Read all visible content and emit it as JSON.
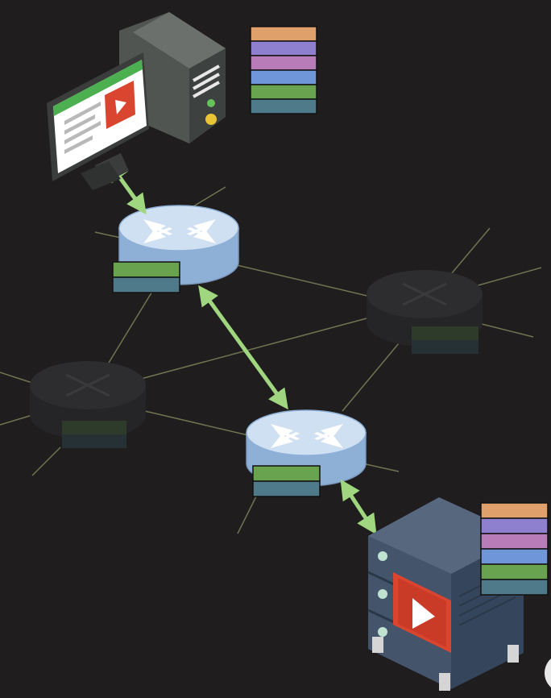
{
  "colors": {
    "background": "#1f1d1e",
    "link_line": "#7d8458",
    "arrow": "#9fd67f",
    "router_active_top": "#cfe0f2",
    "router_active_side": "#8fb0d6",
    "router_inactive": "#2b2a2c",
    "layer_orange": "#e0a06c",
    "layer_purple": "#8f7fcf",
    "layer_pink": "#b87cb8",
    "layer_blue": "#6f96d9",
    "layer_green": "#6aa350",
    "layer_teal": "#4f7a8a"
  },
  "icons": {
    "client": "desktop-computer-icon",
    "server": "video-server-icon",
    "router": "router-icon",
    "video": "play-icon"
  },
  "stacks": {
    "client_layers": [
      "orange",
      "purple",
      "pink",
      "blue",
      "green",
      "teal"
    ],
    "server_layers": [
      "orange",
      "purple",
      "pink",
      "blue",
      "green",
      "teal"
    ],
    "router_layers": [
      "green",
      "teal"
    ]
  }
}
